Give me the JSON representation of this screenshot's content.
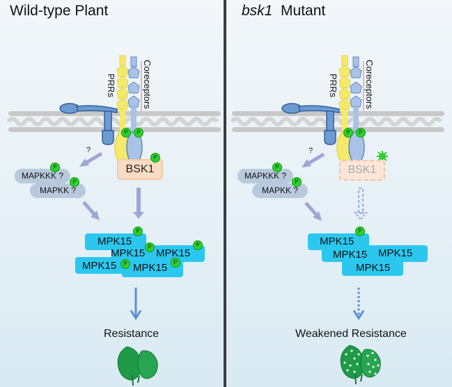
{
  "panels": {
    "left": {
      "title": "Wild-type Plant",
      "prr_label": "PRRs",
      "coreceptor_label": "Coreceptors",
      "question_mark": "?",
      "bsk1_label": "BSK1",
      "bsk1_state": "phosphorylated",
      "mapkkk_label": "MAPKKK ?",
      "mapkk_label": "MAPKK ?",
      "mpk_labels": [
        "MPK15",
        "MPK15",
        "MPK15",
        "MPK15",
        "MPK15"
      ],
      "mpk_phosphorylated_count": 5,
      "phospho_symbol": "P",
      "arrow_style": "solid",
      "outcome": "Resistance",
      "leaf_state": "healthy"
    },
    "right": {
      "title_italic": "bsk1",
      "title_rest": "Mutant",
      "prr_label": "PRRs",
      "coreceptor_label": "Coreceptors",
      "question_mark": "?",
      "bsk1_label": "BSK1",
      "bsk1_state": "mutated",
      "mapkkk_label": "MAPKKK ?",
      "mapkk_label": "MAPKK ?",
      "mpk_labels": [
        "MPK15",
        "MPK15",
        "MPK15",
        "MPK15"
      ],
      "mpk_phosphorylated_count": 1,
      "phospho_symbol": "P",
      "arrow_style": "dashed",
      "outcome": "Weakened Resistance",
      "leaf_state": "spotted"
    }
  },
  "colors": {
    "prr": "#f5e96a",
    "coreceptor": "#a9c3e6",
    "receptor_outline": "#5a86c4",
    "membrane": "#c8c8c8",
    "bsk1": "#fadcc4",
    "mapk_module": "#b9c9dd",
    "mpk15": "#2bc7ef",
    "phospho": "#2fcf2f",
    "arrow": "#9aa8d6",
    "outcome_arrow": "#5b8fd6",
    "leaf": "#1f9a48",
    "divider": "#3a3d40"
  }
}
